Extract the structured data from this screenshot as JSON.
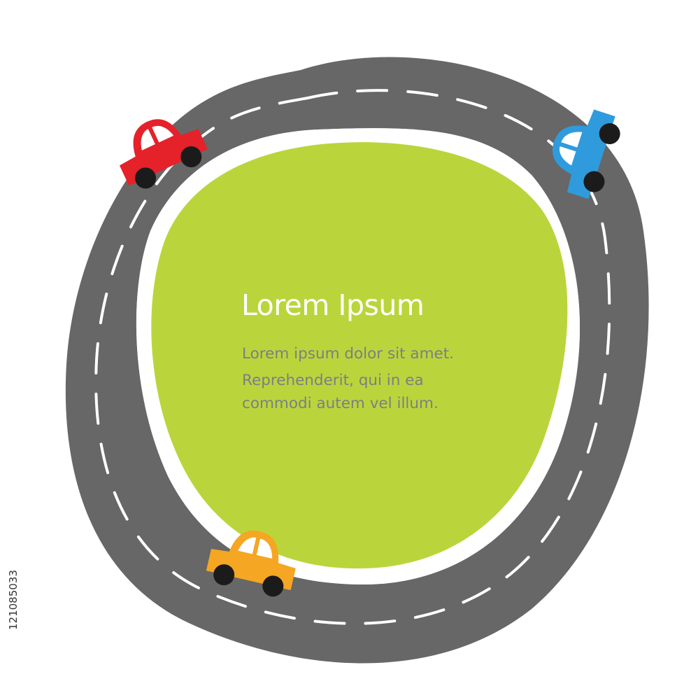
{
  "heading": "Lorem Ipsum",
  "body_lines": [
    "Lorem ipsum dolor sit amet.",
    "Reprehenderit, qui in ea",
    "commodi autem vel illum."
  ],
  "stock_id": "121085033",
  "colors": {
    "road": "#676767",
    "lane_marking": "#ffffff",
    "blob": "#bad53b",
    "car_red": "#e5212a",
    "car_blue": "#2f9bdc",
    "car_orange": "#f5a623",
    "wheel": "#1b1b1b",
    "window": "#ffffff"
  },
  "icons": [
    "red-car-icon",
    "blue-car-icon",
    "orange-car-icon"
  ]
}
